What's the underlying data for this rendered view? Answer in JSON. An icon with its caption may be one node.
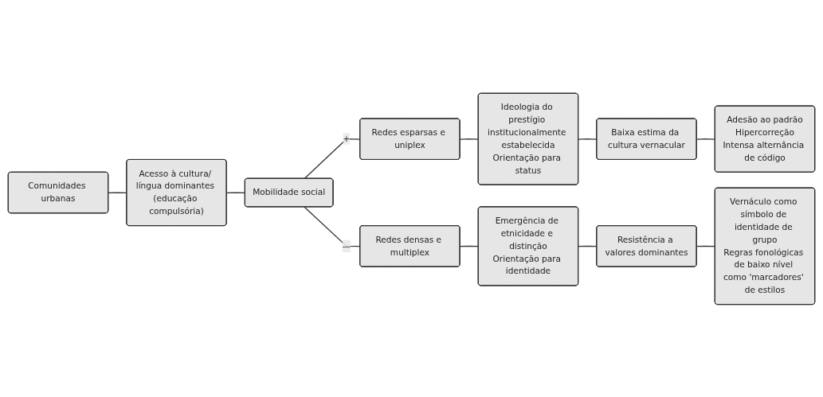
{
  "diagram": {
    "nodes": [
      {
        "text": [
          "Comunidades urbanas"
        ]
      },
      {
        "text": [
          "Acesso à cultura/ língua dominantes (educação compulsória)"
        ]
      },
      {
        "text": [
          "Mobilidade social"
        ]
      },
      {
        "text": [
          "Redes esparsas e uniplex"
        ]
      },
      {
        "text": [
          "Ideologia do prestígio institucionalmente estabelecida",
          "Orientação para status"
        ]
      },
      {
        "text": [
          "Baixa estima da cultura vernacular"
        ]
      },
      {
        "text": [
          "Adesão ao padrão",
          "Hipercorreção",
          "Intensa alternância de código"
        ]
      },
      {
        "text": [
          "Redes densas e multiplex"
        ]
      },
      {
        "text": [
          "Emergência de etnicidade e distinção",
          "Orientação para identidade"
        ]
      },
      {
        "text": [
          "Resistência a valores dominantes"
        ]
      },
      {
        "text": [
          "Vernáculo como símbolo de identidade de grupo",
          "Regras fonológicas de baixo nível como 'marcadores' de estilos"
        ]
      }
    ],
    "edges": [
      {
        "from": 0,
        "to": 1,
        "arrow": "none"
      },
      {
        "from": 1,
        "to": 2,
        "arrow": "none"
      },
      {
        "from": 2,
        "to": 3,
        "arrow": "none",
        "label": "+"
      },
      {
        "from": 3,
        "to": 4,
        "arrow": "none"
      },
      {
        "from": 4,
        "to": 5,
        "arrow": "none"
      },
      {
        "from": 5,
        "to": 6,
        "arrow": "none"
      },
      {
        "from": 2,
        "to": 7,
        "arrow": "none",
        "label": "—"
      },
      {
        "from": 7,
        "to": 8,
        "arrow": "none"
      },
      {
        "from": 8,
        "to": 9,
        "arrow": "none"
      },
      {
        "from": 9,
        "to": 10,
        "arrow": "none"
      }
    ]
  }
}
